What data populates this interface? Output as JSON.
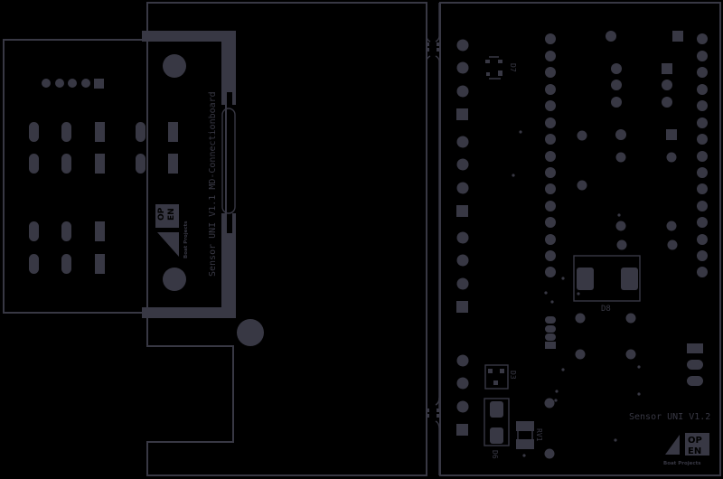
{
  "view": {
    "background": "#000000",
    "copper_color": "#383844"
  },
  "left_board": {
    "title": "Sensor UNI V1.1 MD-Connectionboard",
    "logo": {
      "line1": "OP",
      "line2": "EN",
      "caption": "Boat Projects"
    }
  },
  "right_board": {
    "title": "Sensor UNI V1.2",
    "logo": {
      "line1": "OP",
      "line2": "EN",
      "caption": "Boat Projects"
    },
    "references": {
      "d7": "D7",
      "d8": "D8",
      "d3": "D3",
      "d6": "D6",
      "rv1": "RV1"
    }
  }
}
